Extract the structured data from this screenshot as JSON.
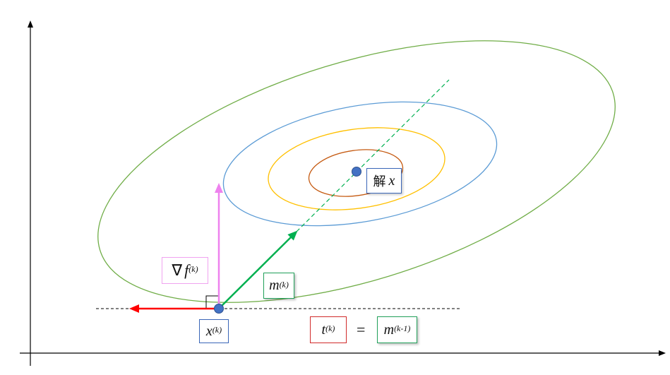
{
  "labels": {
    "gradient": {
      "symbol": "∇",
      "name": "f",
      "sup": "(k)"
    },
    "momentum": {
      "name": "m",
      "sup": "(k)"
    },
    "point": {
      "name": "x",
      "sup": "(k)"
    },
    "t_term": {
      "name": "t",
      "sup": "(k)"
    },
    "equals": "=",
    "prev_momentum": {
      "name": "m",
      "sup": "(k-1)"
    },
    "solution": {
      "prefix": "解",
      "name": "x"
    }
  },
  "colors": {
    "axis": "#000000",
    "contour_outer": "#70ad47",
    "contour_2": "#5b9bd5",
    "contour_3": "#ffc000",
    "contour_inner": "#c55a11",
    "gradient_arrow": "#ee82ee",
    "momentum_arrow": "#00b050",
    "t_arrow": "#ff0000",
    "point": "#4472c4",
    "dashed_axis": "#00b050",
    "tangent_line": "#000000"
  }
}
